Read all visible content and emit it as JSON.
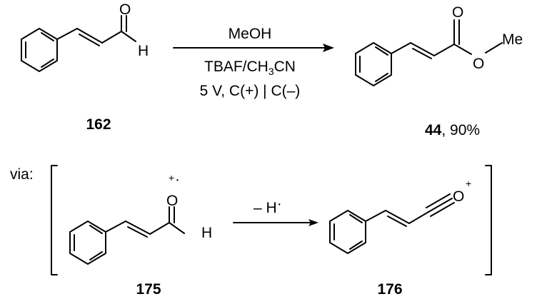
{
  "reaction": {
    "reagents_line1": "MeOH",
    "reagents_line2_prefix": "TBAF/CH",
    "reagents_line2_sub": "3",
    "reagents_line2_suffix": "CN",
    "conditions": "5 V, C(+) | C(–)"
  },
  "compounds": {
    "sm_label": "162",
    "product_label": "44",
    "product_yield": ", 90%",
    "int1_label": "175",
    "int2_label": "176"
  },
  "atoms": {
    "O": "O",
    "H": "H",
    "Me": "Me",
    "plus": "+",
    "radical_dot": "·"
  },
  "mechanism": {
    "via_label": "via:",
    "step_label": "– H",
    "step_dot": "·"
  }
}
